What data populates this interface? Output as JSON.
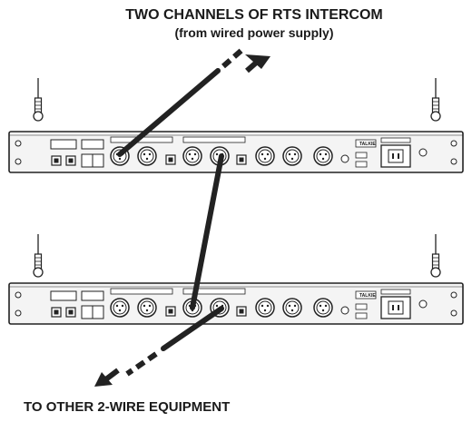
{
  "captions": {
    "top_line1": "TWO CHANNELS OF RTS INTERCOM",
    "top_line2": "(from wired power supply)",
    "bottom": "TO OTHER 2-WIRE EQUIPMENT"
  },
  "brand_label": "TALKIE",
  "colors": {
    "panel": "#f4f4f4",
    "outline": "#222222",
    "cable": "#222222"
  }
}
